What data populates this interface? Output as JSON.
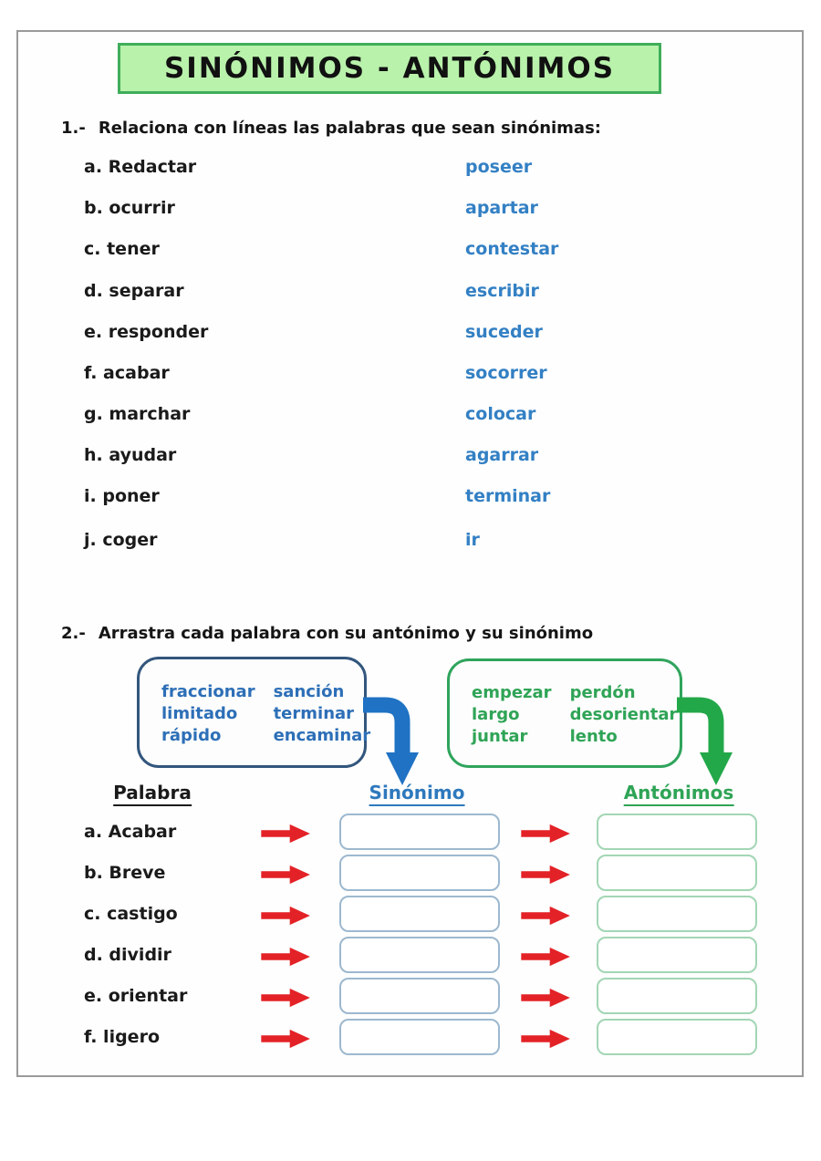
{
  "page": {
    "title": "SINÓNIMOS - ANTÓNIMOS"
  },
  "exercise1": {
    "number": "1.-",
    "instruction": "Relaciona con líneas las palabras que sean sinónimas:",
    "pairs": [
      {
        "left": "a. Redactar",
        "right": "poseer"
      },
      {
        "left": "b. ocurrir",
        "right": "apartar"
      },
      {
        "left": "c. tener",
        "right": "contestar"
      },
      {
        "left": "d. separar",
        "right": "escribir"
      },
      {
        "left": "e. responder",
        "right": "suceder"
      },
      {
        "left": "f. acabar",
        "right": "socorrer"
      },
      {
        "left": "g. marchar",
        "right": "colocar"
      },
      {
        "left": "h. ayudar",
        "right": "agarrar"
      },
      {
        "left": "i. poner",
        "right": "terminar"
      },
      {
        "left": "j. coger",
        "right": "ir"
      }
    ]
  },
  "exercise2": {
    "number": "2.-",
    "instruction": "Arrastra cada palabra con su antónimo y su sinónimo",
    "synonym_bank": {
      "words": [
        "fraccionar",
        "sanción",
        "limitado",
        "terminar",
        "rápido",
        "encaminar"
      ]
    },
    "antonym_bank": {
      "words": [
        "empezar",
        "perdón",
        "largo",
        "desorientar",
        "juntar",
        "lento"
      ]
    },
    "columns": {
      "word": "Palabra",
      "synonym": "Sinónimo",
      "antonym": "Antónimos"
    },
    "rows": [
      {
        "label": "a. Acabar",
        "synonym_value": "",
        "antonym_value": ""
      },
      {
        "label": "b. Breve",
        "synonym_value": "",
        "antonym_value": ""
      },
      {
        "label": "c. castigo",
        "synonym_value": "",
        "antonym_value": ""
      },
      {
        "label": "d. dividir",
        "synonym_value": "",
        "antonym_value": ""
      },
      {
        "label": "e. orientar",
        "synonym_value": "",
        "antonym_value": ""
      },
      {
        "label": "f. ligero",
        "synonym_value": "",
        "antonym_value": ""
      }
    ]
  },
  "colors": {
    "title_background": "#b9f2ab",
    "title_border": "#3fae5b",
    "blue_word_text": "#3380c4",
    "synonym_bank_border": "#33567d",
    "synonym_bank_text": "#2d6fb7",
    "antonym_green": "#2fa456",
    "blue_elbow_arrow": "#1f72c4",
    "green_elbow_arrow": "#22a849",
    "red_arrow": "#e32227",
    "synonym_slot_border": "#9db8cf",
    "antonym_slot_border": "#a2d6b4",
    "page_border": "#9a9a9a"
  }
}
